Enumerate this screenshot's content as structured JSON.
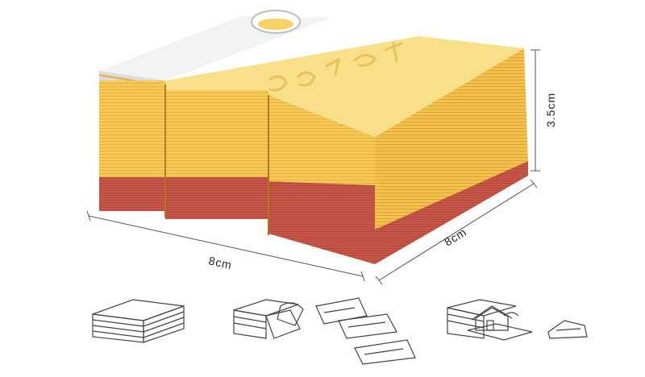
{
  "product": {
    "dimensions": {
      "length_label": "8cm",
      "width_label": "8cm",
      "height_label": "3.5cm"
    },
    "colors": {
      "paper_yellow": "#f7cf5e",
      "paper_top": "#fadf8a",
      "base_red": "#c95a4a",
      "lid_white": "#eeeeee"
    }
  }
}
